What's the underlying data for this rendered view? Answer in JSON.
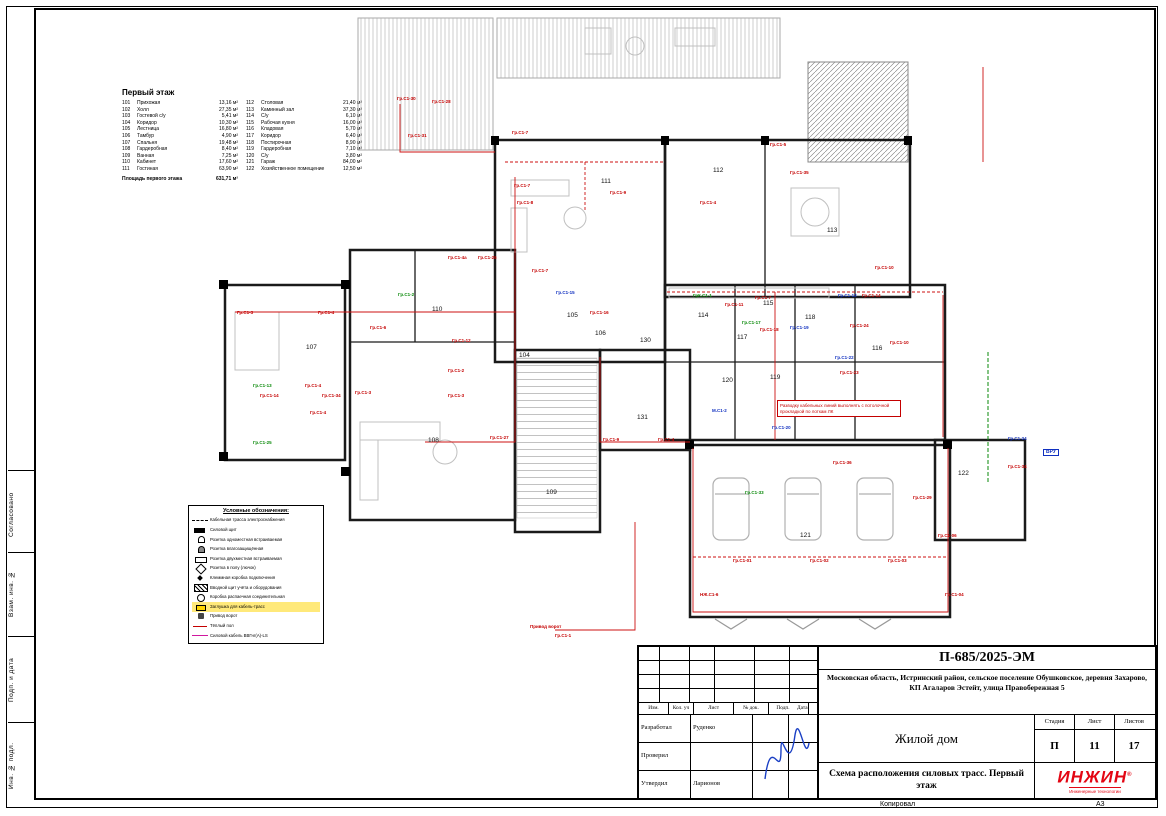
{
  "side_strip": {
    "items": [
      {
        "text": "Согласовано",
        "style": "top:470px;height:74px"
      },
      {
        "text": "Взам. инв. №",
        "style": "top:546px;height:80px"
      },
      {
        "text": "Подп. и дата",
        "style": "top:630px;height:84px"
      },
      {
        "text": "Инв. № подл.",
        "style": "top:716px;height:84px"
      }
    ]
  },
  "room_schedule": {
    "title": "Первый этаж",
    "left": [
      {
        "num": "101",
        "name": "Прихожая",
        "area": "13,16 м²"
      },
      {
        "num": "102",
        "name": "Холл",
        "area": "27,35 м²"
      },
      {
        "num": "103",
        "name": "Гостевой с/у",
        "area": "5,41 м²"
      },
      {
        "num": "104",
        "name": "Коридор",
        "area": "10,30 м²"
      },
      {
        "num": "105",
        "name": "Лестница",
        "area": "16,80 м²"
      },
      {
        "num": "106",
        "name": "Тамбур",
        "area": "4,90 м²"
      },
      {
        "num": "107",
        "name": "Спальня",
        "area": "19,48 м²"
      },
      {
        "num": "108",
        "name": "Гардеробная",
        "area": "8,40 м²"
      },
      {
        "num": "109",
        "name": "Ванная",
        "area": "7,25 м²"
      },
      {
        "num": "110",
        "name": "Кабинет",
        "area": "17,60 м²"
      },
      {
        "num": "111",
        "name": "Гостиная",
        "area": "63,90 м²"
      }
    ],
    "right": [
      {
        "num": "112",
        "name": "Столовая",
        "area": "21,40 м²"
      },
      {
        "num": "113",
        "name": "Каминный зал",
        "area": "37,30 м²"
      },
      {
        "num": "114",
        "name": "С/у",
        "area": "6,10 м²"
      },
      {
        "num": "115",
        "name": "Рабочая кухня",
        "area": "16,00 м²"
      },
      {
        "num": "116",
        "name": "Кладовая",
        "area": "5,70 м²"
      },
      {
        "num": "117",
        "name": "Коридор",
        "area": "6,40 м²"
      },
      {
        "num": "118",
        "name": "Постирочная",
        "area": "8,90 м²"
      },
      {
        "num": "119",
        "name": "Гардеробная",
        "area": "7,10 м²"
      },
      {
        "num": "120",
        "name": "С/у",
        "area": "3,80 м²"
      },
      {
        "num": "121",
        "name": "Гараж",
        "area": "84,00 м²"
      },
      {
        "num": "122",
        "name": "Хозяйственное помещение",
        "area": "12,50 м²"
      }
    ],
    "total_label": "Площадь первого этажа",
    "total_value": "631,71 м²"
  },
  "legend": {
    "title": "Условные обозначения:",
    "items": [
      {
        "label": "Кабельная трасса электроснабжения",
        "cls": "sym-cable"
      },
      {
        "label": "Силовой щит",
        "cls": "sym-panel"
      },
      {
        "label": "Розетка одноместная встраиваемая",
        "cls": "sym-socket"
      },
      {
        "label": "Розетка влагозащищённая",
        "cls": "sym-socket-wp"
      },
      {
        "label": "Розетка двухместная встраиваемая",
        "cls": "sym-socket2"
      },
      {
        "label": "Розетка в полу (лючок)",
        "cls": "sym-floor"
      },
      {
        "label": "Клеммная коробка подключения",
        "cls": "sym-connect"
      },
      {
        "label": "Вводной щит учёта и оборудования",
        "cls": "sym-equip"
      },
      {
        "label": "Коробка распаечная соединительная",
        "cls": "sym-box"
      },
      {
        "label": "Заглушка для кабель-трасс",
        "cls": "sym-plug hl"
      },
      {
        "label": "Привод ворот",
        "cls": "sym-drive"
      },
      {
        "label": "Тёплый пол",
        "cls": "sym-heat"
      },
      {
        "label": "Силовой кабель ВВГнг(А)-LS",
        "cls": "sym-cable-red"
      }
    ]
  },
  "plan": {
    "note": "Разводку кабельных линий выполнять с потолочной прокладкой по лоткам ЛК",
    "labels": [
      {
        "text": "Гр.С1-30",
        "style": "left:282px;top:84px"
      },
      {
        "text": "Гр.С1-28",
        "style": "left:317px;top:87px"
      },
      {
        "text": "Гр.С1-31",
        "style": "left:293px;top:121px"
      },
      {
        "text": "Гр.С1-7",
        "style": "left:397px;top:118px"
      },
      {
        "text": "Гр.С1-7",
        "style": "left:399px;top:171px"
      },
      {
        "text": "Гр.С1-8",
        "style": "left:402px;top:188px"
      },
      {
        "text": "Гр.С1-9",
        "style": "left:495px;top:178px"
      },
      {
        "text": "Гр.С1-4",
        "style": "left:585px;top:188px"
      },
      {
        "text": "Гр.С1-5",
        "style": "left:655px;top:130px"
      },
      {
        "text": "Гр.С1-35",
        "style": "left:675px;top:158px"
      },
      {
        "text": "Гр.С1-10",
        "style": "left:760px;top:253px"
      },
      {
        "text": "Гр.С1-4а",
        "style": "left:333px;top:243px"
      },
      {
        "text": "Гр.С1-26",
        "style": "left:363px;top:243px"
      },
      {
        "text": "Гр.С1-7",
        "style": "left:417px;top:256px"
      },
      {
        "text": "Гр.С1-2",
        "style": "left:283px;top:280px",
        "cls": "green"
      },
      {
        "text": "Гр.С1-3",
        "style": "left:122px;top:298px"
      },
      {
        "text": "Гр.С1-4",
        "style": "left:203px;top:298px"
      },
      {
        "text": "Гр.С1-6",
        "style": "left:255px;top:313px"
      },
      {
        "text": "Гр.С1-15",
        "style": "left:441px;top:278px",
        "cls": "blue"
      },
      {
        "text": "Гр.С1-16",
        "style": "left:475px;top:298px"
      },
      {
        "text": "Гр.С1-12",
        "style": "left:337px;top:326px"
      },
      {
        "text": "Гр.С1-2",
        "style": "left:333px;top:356px"
      },
      {
        "text": "Гр.С1-13",
        "style": "left:138px;top:371px",
        "cls": "green"
      },
      {
        "text": "Гр.С1-14",
        "style": "left:145px;top:381px"
      },
      {
        "text": "Гр.С1-4",
        "style": "left:190px;top:371px"
      },
      {
        "text": "Гр.С1-34",
        "style": "left:207px;top:381px"
      },
      {
        "text": "Гр.С1-3",
        "style": "left:240px;top:378px"
      },
      {
        "text": "Гр.С1-4",
        "style": "left:195px;top:398px"
      },
      {
        "text": "Гр.С1-25",
        "style": "left:138px;top:428px",
        "cls": "green"
      },
      {
        "text": "Гр.С1-3",
        "style": "left:333px;top:381px"
      },
      {
        "text": "Гр.С1-27",
        "style": "left:375px;top:423px"
      },
      {
        "text": "Гр.С1-9",
        "style": "left:488px;top:425px"
      },
      {
        "text": "Гр.С1-4",
        "style": "left:543px;top:425px"
      },
      {
        "text": "ГрК.С1-1",
        "style": "left:578px;top:281px",
        "cls": "green"
      },
      {
        "text": "Гр.С1-11",
        "style": "left:610px;top:290px"
      },
      {
        "text": "Гр.С1-7",
        "style": "left:640px;top:283px"
      },
      {
        "text": "Гр.С1-17",
        "style": "left:627px;top:308px",
        "cls": "green"
      },
      {
        "text": "Гр.С1-18",
        "style": "left:645px;top:315px"
      },
      {
        "text": "Гр.С1-19",
        "style": "left:675px;top:313px",
        "cls": "blue"
      },
      {
        "text": "Гр.С1-13",
        "style": "left:723px;top:281px",
        "cls": "blue"
      },
      {
        "text": "Гр.С1-14",
        "style": "left:747px;top:281px"
      },
      {
        "text": "Гр.С1-24",
        "style": "left:735px;top:311px"
      },
      {
        "text": "Гр.С1-10",
        "style": "left:775px;top:328px"
      },
      {
        "text": "Гр.С1-22",
        "style": "left:720px;top:343px",
        "cls": "blue"
      },
      {
        "text": "Гр.С1-23",
        "style": "left:725px;top:358px"
      },
      {
        "text": "М.С1-2",
        "style": "left:597px;top:396px",
        "cls": "blue"
      },
      {
        "text": "Гр.С1-20",
        "style": "left:657px;top:413px",
        "cls": "blue"
      },
      {
        "text": "Гр.С1-36",
        "style": "left:718px;top:448px"
      },
      {
        "text": "Гр.С1-33",
        "style": "left:630px;top:478px",
        "cls": "green"
      },
      {
        "text": "Гр.С1-29",
        "style": "left:798px;top:483px"
      },
      {
        "text": "Гр.С1-01",
        "style": "left:618px;top:546px"
      },
      {
        "text": "Гр.С1-02",
        "style": "left:695px;top:546px"
      },
      {
        "text": "Гр.С1-03",
        "style": "left:773px;top:546px"
      },
      {
        "text": "НЖ.С1-6",
        "style": "left:585px;top:580px"
      },
      {
        "text": "Гр.С1-04",
        "style": "left:830px;top:580px"
      },
      {
        "text": "Гр.С1-06",
        "style": "left:823px;top:521px"
      },
      {
        "text": "Привод ворот",
        "style": "left:415px;top:612px"
      },
      {
        "text": "Гр.С1-1",
        "style": "left:440px;top:621px"
      },
      {
        "text": "ВРУ",
        "style": "left:928px;top:437px",
        "cls": "blue box"
      },
      {
        "text": "Гр.С1-24",
        "style": "left:893px;top:424px",
        "cls": "blue"
      },
      {
        "text": "Гр.С1-34",
        "style": "left:893px;top:452px"
      }
    ],
    "room_numbers": [
      {
        "text": "111",
        "style": "left:486px;top:166px"
      },
      {
        "text": "112",
        "style": "left:598px;top:155px"
      },
      {
        "text": "113",
        "style": "left:712px;top:215px"
      },
      {
        "text": "110",
        "style": "left:317px;top:294px"
      },
      {
        "text": "107",
        "style": "left:191px;top:332px"
      },
      {
        "text": "104",
        "style": "left:404px;top:340px"
      },
      {
        "text": "105",
        "style": "left:452px;top:300px"
      },
      {
        "text": "106",
        "style": "left:480px;top:318px"
      },
      {
        "text": "108",
        "style": "left:313px;top:425px"
      },
      {
        "text": "109",
        "style": "left:431px;top:477px"
      },
      {
        "text": "130",
        "style": "left:525px;top:325px"
      },
      {
        "text": "131",
        "style": "left:522px;top:402px"
      },
      {
        "text": "114",
        "style": "left:583px;top:300px"
      },
      {
        "text": "115",
        "style": "left:648px;top:288px"
      },
      {
        "text": "116",
        "style": "left:757px;top:333px"
      },
      {
        "text": "117",
        "style": "left:622px;top:322px"
      },
      {
        "text": "118",
        "style": "left:690px;top:302px"
      },
      {
        "text": "119",
        "style": "left:655px;top:362px"
      },
      {
        "text": "120",
        "style": "left:607px;top:365px"
      },
      {
        "text": "121",
        "style": "left:685px;top:520px"
      },
      {
        "text": "122",
        "style": "left:843px;top:458px"
      }
    ]
  },
  "title_block": {
    "doc_number": "П-685/2025-ЭМ",
    "address": "Московская область, Истринский район, сельское поселение Обушковское, деревня Захарово, КП Агаларов Эстейт, улица Правобережная 5",
    "columns": [
      "Изм.",
      "Кол. уч",
      "Лист",
      "№ док.",
      "Подп.",
      "Дата"
    ],
    "roles": [
      {
        "role": "Разработал",
        "name": "Руденко"
      },
      {
        "role": "Проверил",
        "name": ""
      },
      {
        "role": "Утвердил",
        "name": "Ларионов"
      }
    ],
    "object_name": "Жилой дом",
    "stage_label": "Стадия",
    "sheet_label": "Лист",
    "sheets_label": "Листов",
    "stage": "П",
    "sheet": "11",
    "sheets": "17",
    "drawing_title": "Схема расположения силовых трасс. Первый этаж",
    "company": "ИНЖИН",
    "company_reg": "®",
    "company_sub": "Инженерные технологии"
  },
  "footer": {
    "copied": "Копировал",
    "format": "А3"
  }
}
